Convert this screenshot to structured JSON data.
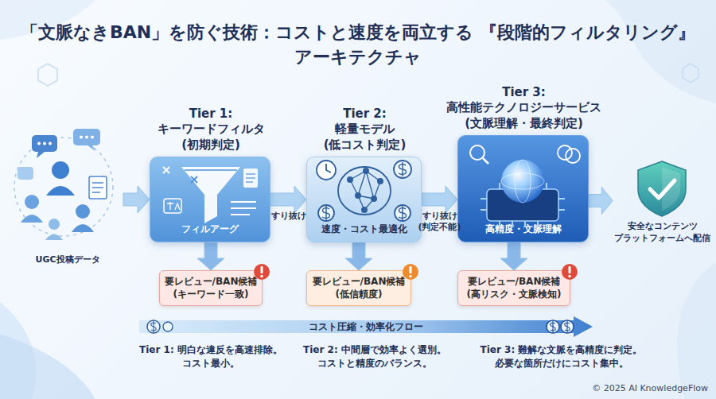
{
  "diagram": {
    "title": "「文脈なきBAN」を防ぐ技術：コストと速度を両立する 『段階的フィルタリング』アーキテクチャ",
    "nodes": [
      {
        "text": [
          "UGC投稿データ"
        ]
      },
      {
        "text": [
          "Tier 1: キーワードフィルタ (初期判定)",
          "フィルアーグ"
        ]
      },
      {
        "text": [
          "要レビュー/BAN候補 (キーワード一致)"
        ]
      },
      {
        "text": [
          "Tier 2: 軽量モデル (低コスト判定)",
          "速度・コスト最適化"
        ]
      },
      {
        "text": [
          "要レビュー/BAN候補 (低信頼度)"
        ]
      },
      {
        "text": [
          "Tier 3: 高性能テクノロジーサービス (文脈理解・最終判定)",
          "高精度・文脈理解"
        ]
      },
      {
        "text": [
          "要レビュー/BAN候補 (高リスク・文脈検知)"
        ]
      },
      {
        "text": [
          "安全なコンテンツ プラットフォームへ配信"
        ]
      },
      {
        "text": [
          "コスト圧縮・効率化フロー"
        ]
      }
    ],
    "edges": [
      {
        "from": 0,
        "to": 1,
        "arrow": "to"
      },
      {
        "from": 1,
        "to": 3,
        "label": "すり抜け",
        "arrow": "to"
      },
      {
        "from": 3,
        "to": 5,
        "label": "すり抜け (判定不能)",
        "arrow": "to"
      },
      {
        "from": 5,
        "to": 7,
        "arrow": "to"
      },
      {
        "from": 1,
        "to": 2,
        "arrow": "to"
      },
      {
        "from": 3,
        "to": 4,
        "arrow": "to"
      },
      {
        "from": 5,
        "to": 6,
        "arrow": "to"
      }
    ],
    "labels": [
      "Tier 1: 明白な違反を高速排除。 コスト最小。",
      "Tier 2: 中間層で効率よく選別。 コストと精度のバランス。",
      "Tier 3: 難解な文脈を高精度に判定。 必要な箇所だけにコスト集中。",
      "© 2025 AI KnowledgeFlow"
    ]
  }
}
